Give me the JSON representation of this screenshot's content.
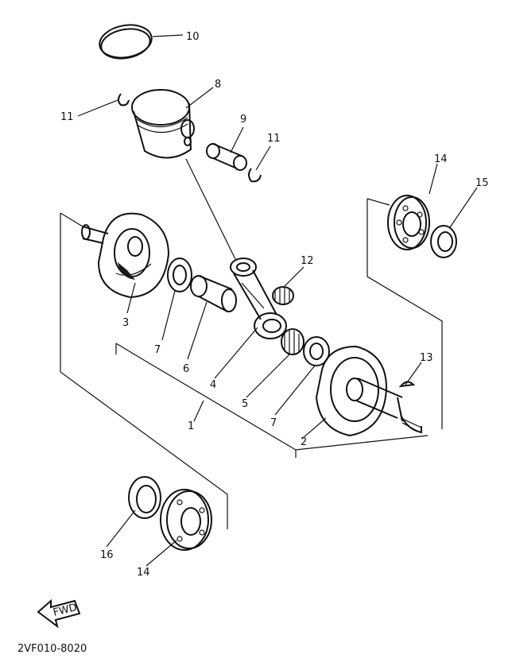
{
  "callouts": {
    "c1": "1",
    "c2": "2",
    "c3": "3",
    "c4": "4",
    "c5": "5",
    "c6": "6",
    "c7a": "7",
    "c7b": "7",
    "c8": "8",
    "c9": "9",
    "c10": "10",
    "c11a": "11",
    "c11b": "11",
    "c12": "12",
    "c13": "13",
    "c14a": "14",
    "c14b": "14",
    "c15": "15",
    "c16": "16"
  },
  "fwd_label": "FWD",
  "drawing_code": "2VF010-8020"
}
